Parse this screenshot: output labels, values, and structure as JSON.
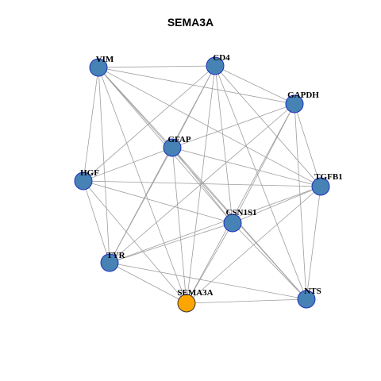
{
  "title": "SEMA3A",
  "colors": {
    "node_fill": "#4682B4",
    "node_stroke": "#1F2FBF",
    "highlight_fill": "#FFA500",
    "highlight_stroke": "#333333",
    "edge": "#9E9E9E"
  },
  "nodes": [
    {
      "id": "VIM",
      "label": "VIM",
      "highlight": false
    },
    {
      "id": "CD4",
      "label": "CD4",
      "highlight": false
    },
    {
      "id": "GAPDH",
      "label": "GAPDH",
      "highlight": false
    },
    {
      "id": "GFAP",
      "label": "GFAP",
      "highlight": false
    },
    {
      "id": "HGF",
      "label": "HGF",
      "highlight": false
    },
    {
      "id": "TGFB1",
      "label": "TGFB1",
      "highlight": false
    },
    {
      "id": "CSN1S1",
      "label": "CSN1S1",
      "highlight": false
    },
    {
      "id": "TYR",
      "label": "TYR",
      "highlight": false
    },
    {
      "id": "SEMA3A",
      "label": "SEMA3A",
      "highlight": true
    },
    {
      "id": "NTS",
      "label": "NTS",
      "highlight": false
    }
  ],
  "edges": [
    [
      "VIM",
      "CD4"
    ],
    [
      "VIM",
      "GAPDH"
    ],
    [
      "VIM",
      "GFAP"
    ],
    [
      "VIM",
      "HGF"
    ],
    [
      "VIM",
      "TGFB1"
    ],
    [
      "VIM",
      "CSN1S1"
    ],
    [
      "VIM",
      "TYR"
    ],
    [
      "VIM",
      "SEMA3A"
    ],
    [
      "VIM",
      "NTS"
    ],
    [
      "CD4",
      "GAPDH"
    ],
    [
      "CD4",
      "GFAP"
    ],
    [
      "CD4",
      "HGF"
    ],
    [
      "CD4",
      "TGFB1"
    ],
    [
      "CD4",
      "CSN1S1"
    ],
    [
      "CD4",
      "TYR"
    ],
    [
      "CD4",
      "SEMA3A"
    ],
    [
      "CD4",
      "NTS"
    ],
    [
      "GAPDH",
      "GFAP"
    ],
    [
      "GAPDH",
      "TGFB1"
    ],
    [
      "GAPDH",
      "CSN1S1"
    ],
    [
      "GAPDH",
      "TYR"
    ],
    [
      "GAPDH",
      "SEMA3A"
    ],
    [
      "GAPDH",
      "NTS"
    ],
    [
      "GFAP",
      "HGF"
    ],
    [
      "GFAP",
      "TGFB1"
    ],
    [
      "GFAP",
      "CSN1S1"
    ],
    [
      "GFAP",
      "TYR"
    ],
    [
      "GFAP",
      "SEMA3A"
    ],
    [
      "GFAP",
      "NTS"
    ],
    [
      "HGF",
      "TGFB1"
    ],
    [
      "HGF",
      "CSN1S1"
    ],
    [
      "HGF",
      "TYR"
    ],
    [
      "HGF",
      "SEMA3A"
    ],
    [
      "TGFB1",
      "CSN1S1"
    ],
    [
      "TGFB1",
      "TYR"
    ],
    [
      "TGFB1",
      "SEMA3A"
    ],
    [
      "TGFB1",
      "NTS"
    ],
    [
      "CSN1S1",
      "TYR"
    ],
    [
      "CSN1S1",
      "SEMA3A"
    ],
    [
      "CSN1S1",
      "NTS"
    ],
    [
      "TYR",
      "SEMA3A"
    ],
    [
      "TYR",
      "NTS"
    ],
    [
      "SEMA3A",
      "NTS"
    ]
  ]
}
